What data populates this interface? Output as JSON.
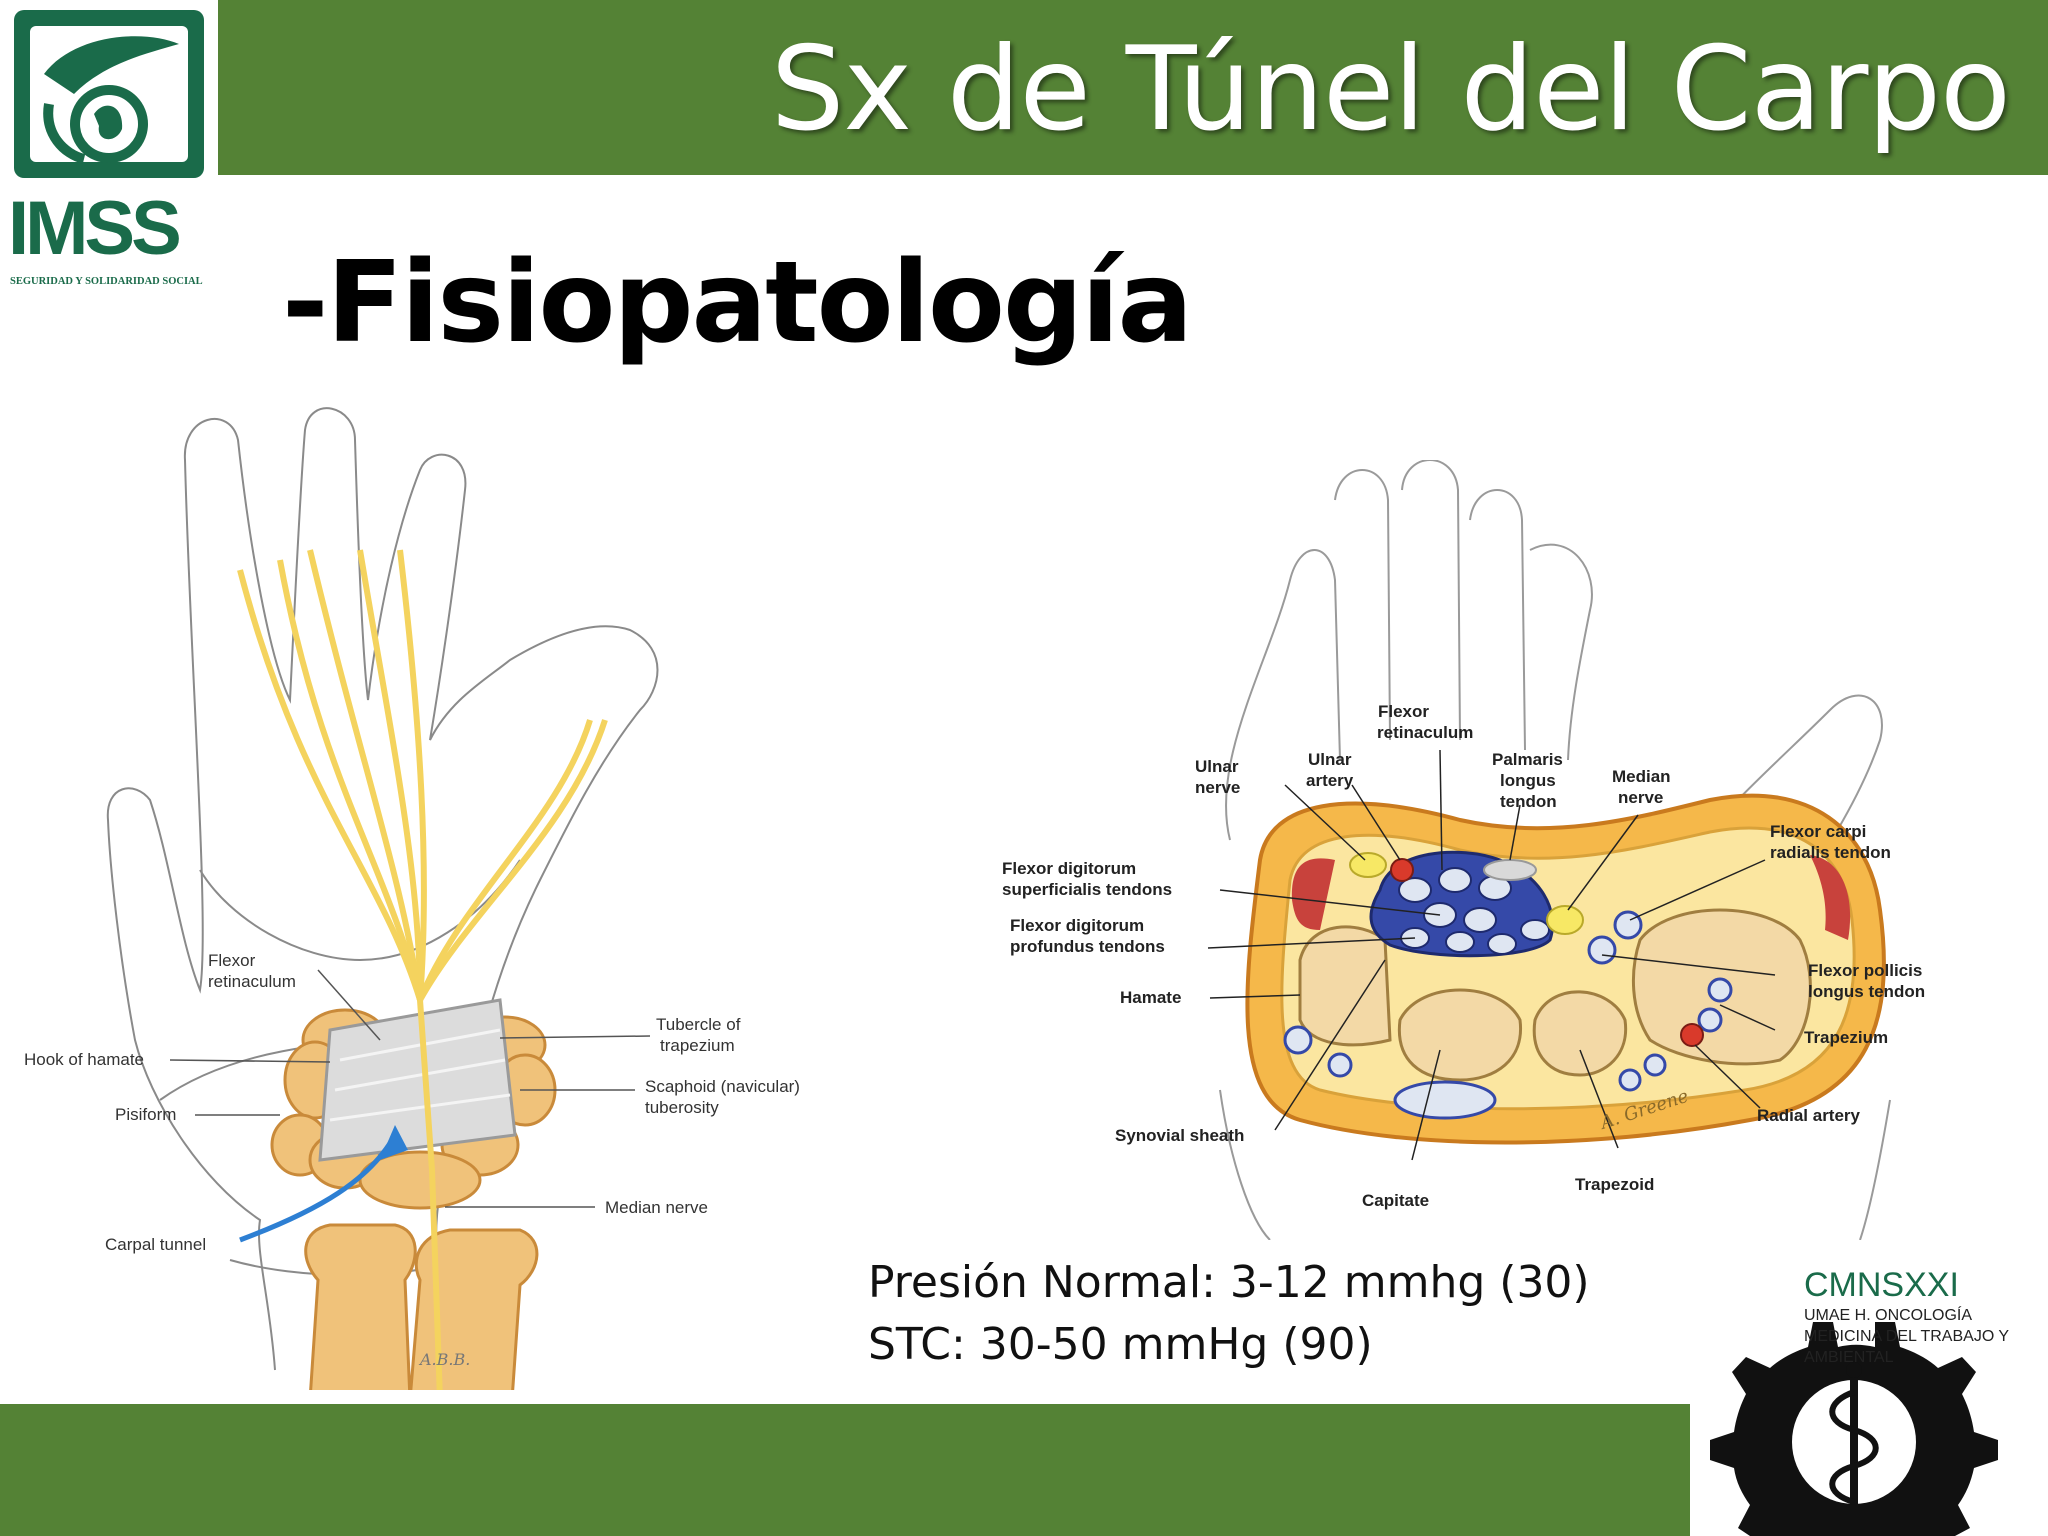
{
  "slide": {
    "title": "Sx de Túnel del Carpo",
    "subtitle": "-Fisiopatología",
    "colors": {
      "green_bar": "#548235",
      "imss_green": "#1a6b4a",
      "text": "#000000",
      "white": "#ffffff"
    }
  },
  "logo_imss": {
    "name": "IMSS",
    "tagline": "SEGURIDAD Y SOLIDARIDAD SOCIAL",
    "icon": "imss-eagle-mother-child-emblem"
  },
  "figure_left": {
    "labels": {
      "flexor_retinaculum_1": "Flexor",
      "flexor_retinaculum_2": "retinaculum",
      "hook_of_hamate": "Hook of hamate",
      "pisiform": "Pisiform",
      "carpal_tunnel": "Carpal tunnel",
      "tubercle_1": "Tubercle of",
      "tubercle_2": "trapezium",
      "scaphoid_1": "Scaphoid (navicular)",
      "scaphoid_2": "tuberosity",
      "median_nerve": "Median nerve"
    },
    "signature": "A.B.B."
  },
  "figure_right": {
    "labels": {
      "flexor_retinaculum_1": "Flexor",
      "flexor_retinaculum_2": "retinaculum",
      "ulnar_nerve_1": "Ulnar",
      "ulnar_nerve_2": "nerve",
      "ulnar_artery_1": "Ulnar",
      "ulnar_artery_2": "artery",
      "palmaris_1": "Palmaris",
      "palmaris_2": "longus",
      "palmaris_3": "tendon",
      "median_nerve_1": "Median",
      "median_nerve_2": "nerve",
      "fcr_1": "Flexor carpi",
      "fcr_2": "radialis tendon",
      "fds_1": "Flexor digitorum",
      "fds_2": "superficialis tendons",
      "fdp_1": "Flexor digitorum",
      "fdp_2": "profundus tendons",
      "hamate": "Hamate",
      "fpl_1": "Flexor pollicis",
      "fpl_2": "longus tendon",
      "trapezium": "Trapezium",
      "radial_artery": "Radial artery",
      "synovial_sheath": "Synovial sheath",
      "trapezoid": "Trapezoid",
      "capitate": "Capitate"
    },
    "signature": "A. Greene"
  },
  "pressure": {
    "normal": "Presión Normal: 3-12 mmhg (30)",
    "stc": "STC: 30-50 mmHg (90)"
  },
  "logo_cmn": {
    "title": "CMNSXXI",
    "line1": "UMAE H. ONCOLOGÍA",
    "line2": "MEDICINA DEL TRABAJO Y",
    "line3": "AMBIENTAL",
    "icon": "gear-caduceus-icon"
  }
}
